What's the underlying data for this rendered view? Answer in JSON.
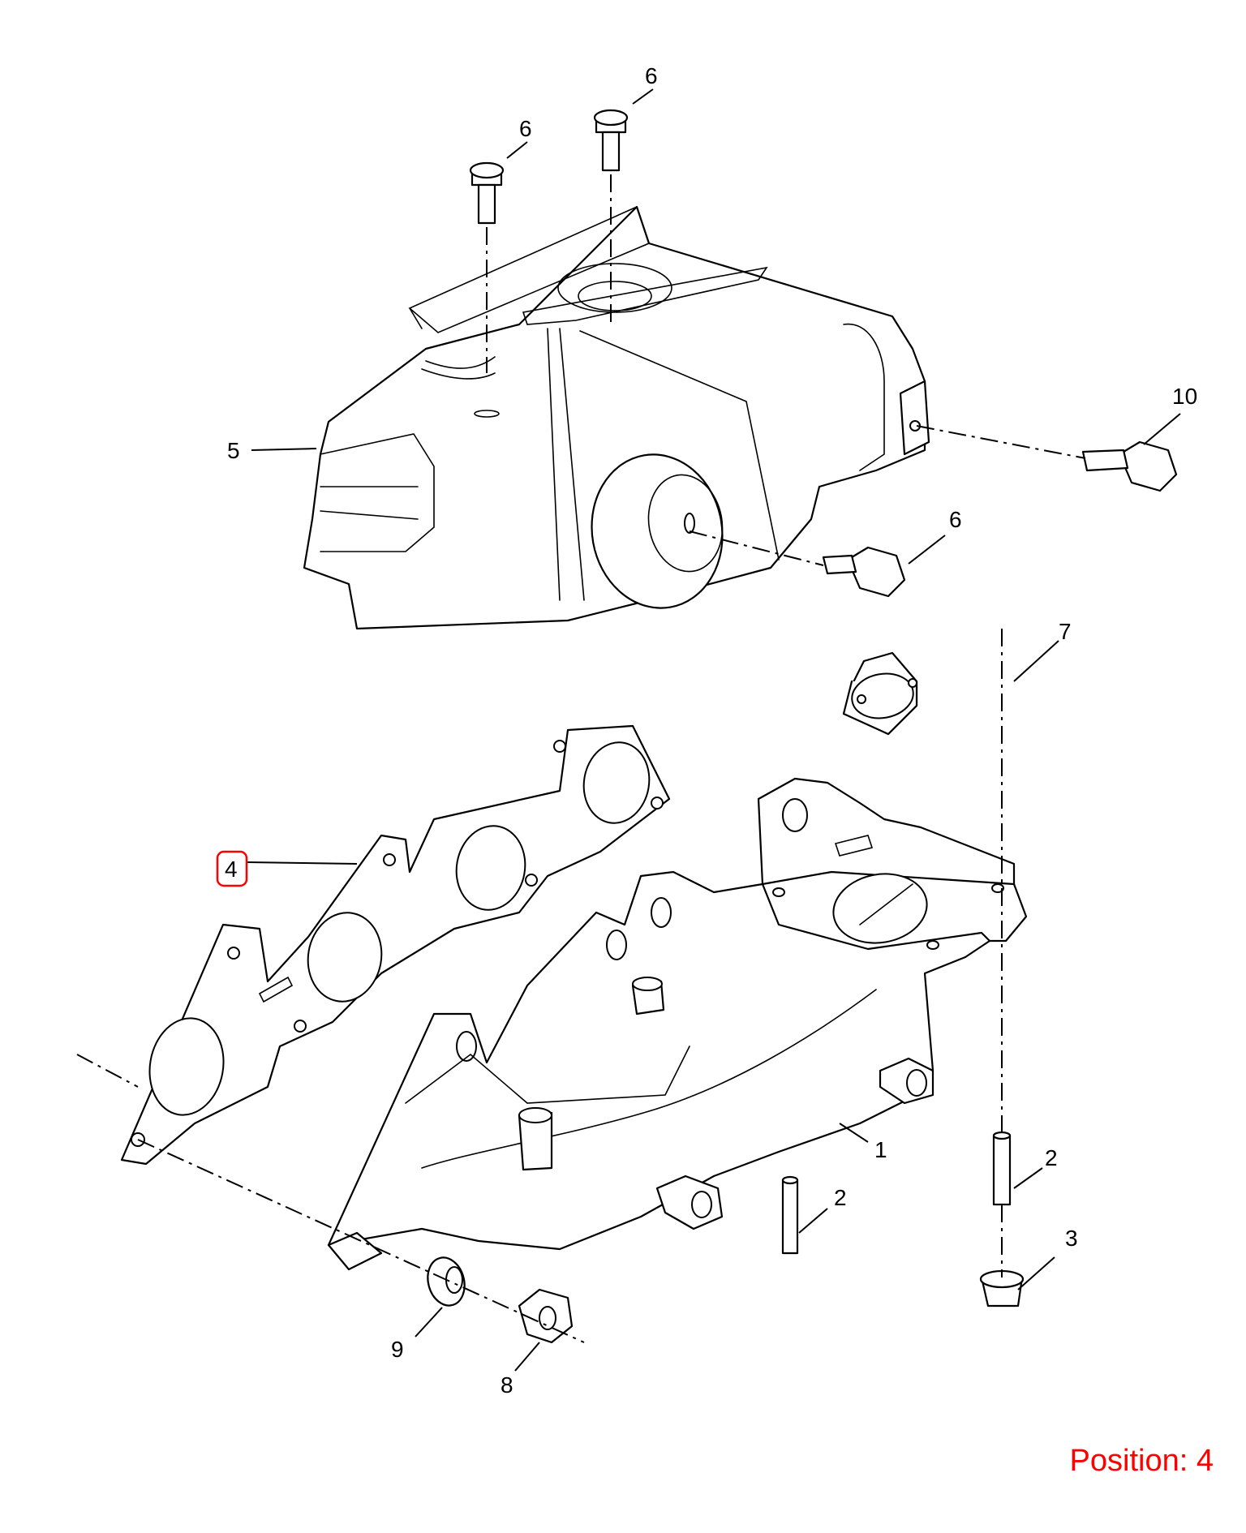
{
  "callouts": {
    "c1": "1",
    "c2a": "2",
    "c2b": "2",
    "c3": "3",
    "c4": "4",
    "c5": "5",
    "c6a": "6",
    "c6b": "6",
    "c6c": "6",
    "c7": "7",
    "c8": "8",
    "c9": "9",
    "c10": "10"
  },
  "highlight": {
    "callout": "4",
    "color": "#ff0000"
  },
  "position": {
    "text": "Position: 4",
    "color": "#ff0000"
  }
}
